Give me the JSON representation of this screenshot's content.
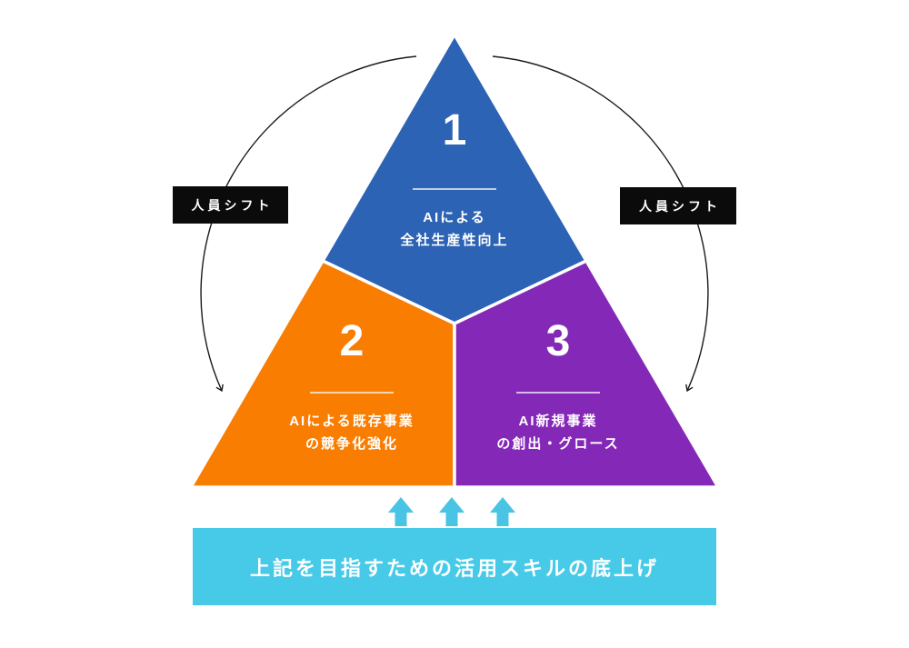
{
  "colors": {
    "background": "#ffffff",
    "section1_blue": "#2D63B5",
    "section2_orange": "#F97D00",
    "section3_purple": "#8428B8",
    "label_black": "#0B0B0B",
    "bar_cyan": "#47CAE8",
    "arrow_cyan": "#49C4E4",
    "arc_line": "#1A1A1A",
    "text_white": "#FFFFFF"
  },
  "pyramid": {
    "sections": [
      {
        "number": "1",
        "line1": "AIによる",
        "line2": "全社生産性向上"
      },
      {
        "number": "2",
        "line1": "AIによる既存事業",
        "line2": "の競争化強化"
      },
      {
        "number": "3",
        "line1": "AI新規事業",
        "line2": "の創出・グロース"
      }
    ]
  },
  "side_labels": {
    "left": "人員シフト",
    "right": "人員シフト"
  },
  "bottom_bar": {
    "label": "上記を目指すための活用スキルの底上げ"
  }
}
